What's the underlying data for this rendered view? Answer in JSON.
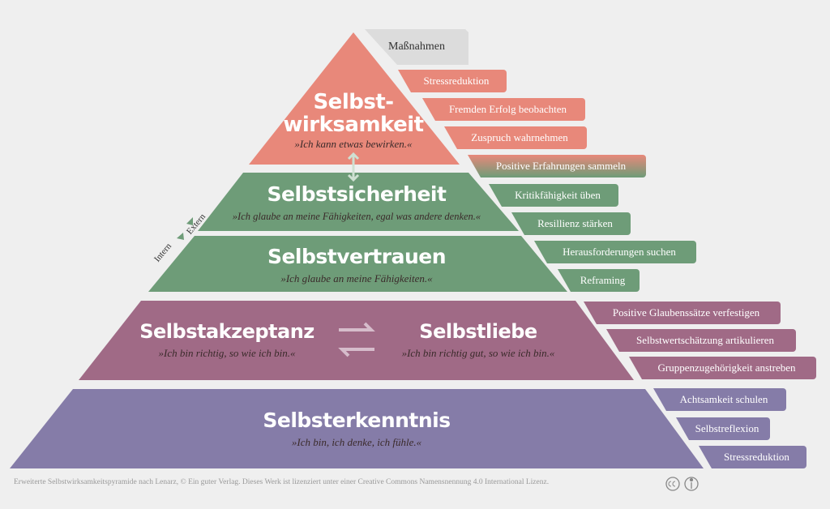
{
  "colors": {
    "coral": "#e8887a",
    "green": "#6e9c78",
    "mauve": "#a06a86",
    "purple": "#857ca8",
    "gray": "#dcdcdc"
  },
  "header": "Maßnahmen",
  "levels": {
    "wirksamkeit": {
      "title1": "Selbst-",
      "title2": "wirksamkeit",
      "quote": "»Ich kann etwas bewirken.«"
    },
    "sicherheit": {
      "title": "Selbstsicherheit",
      "quote": "»Ich glaube an meine Fähigkeiten, egal was andere denken.«"
    },
    "vertrauen": {
      "title": "Selbstvertrauen",
      "quote": "»Ich glaube an meine Fähigkeiten.«"
    },
    "akzeptanz": {
      "title": "Selbstakzeptanz",
      "quote": "»Ich bin richtig, so wie ich bin.«"
    },
    "liebe": {
      "title": "Selbstliebe",
      "quote": "»Ich bin richtig gut, so wie ich bin.«"
    },
    "erkenntnis": {
      "title": "Selbsterkenntnis",
      "quote": "»Ich bin, ich denke, ich fühle.«"
    }
  },
  "axis": {
    "intern": "Intern",
    "extern": "Extern"
  },
  "measures": [
    "Stressreduktion",
    "Fremden Erfolg beobachten",
    "Zuspruch wahrnehmen",
    "Positive Erfahrungen sammeln",
    "Kritikfähigkeit üben",
    "Resillienz stärken",
    "Herausforderungen suchen",
    "Reframing",
    "Positive Glaubenssätze verfestigen",
    "Selbstwertschätzung artikulieren",
    "Gruppenzugehörigkeit anstreben",
    "Achtsamkeit schulen",
    "Selbstreflexion",
    "Stressreduktion"
  ],
  "footer": "Erweiterte Selbstwirksamkeitspyramide nach Lenarz, © Ein guter Verlag. Dieses Werk ist lizenziert unter einer Creative Commons Namensnennung 4.0 International Lizenz.",
  "license_icons": [
    "cc-icon",
    "by-icon"
  ]
}
